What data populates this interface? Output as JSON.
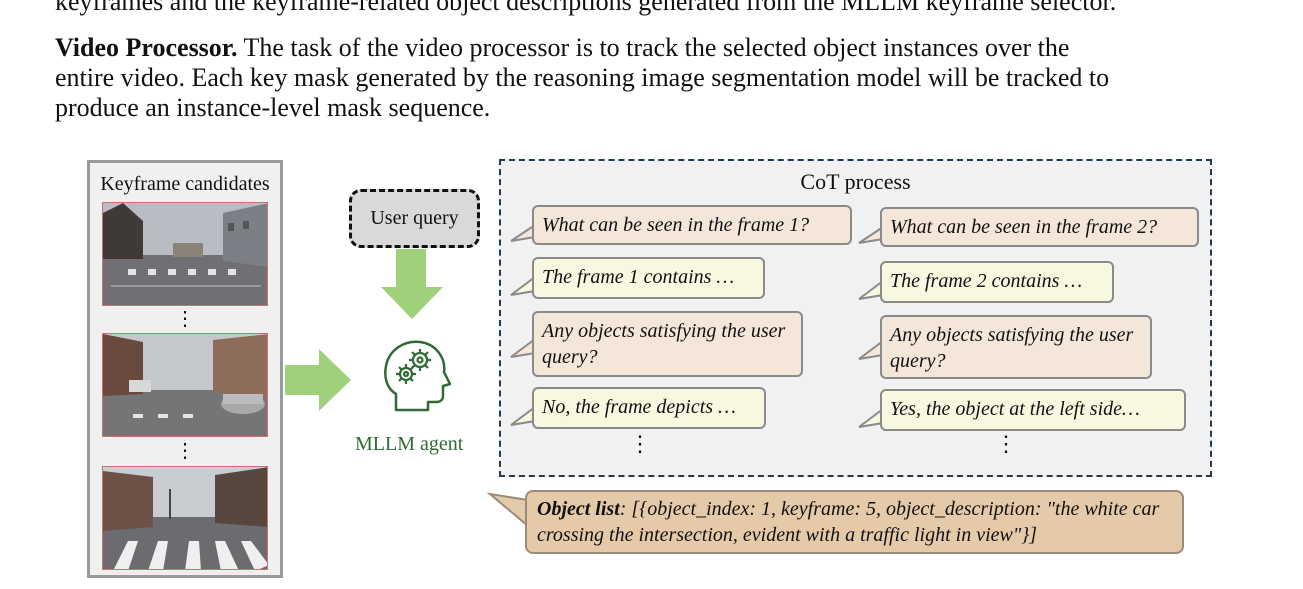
{
  "paragraphs": {
    "top_line": "keyframes and the keyframe-related object descriptions generated from the MLLM keyframe selector.",
    "video_processor_heading": "Video Processor.",
    "video_processor_line1": " The task of the video processor is to track the selected object instances over the",
    "video_processor_line2": "entire video. Each key mask generated by the reasoning image segmentation model will be tracked to",
    "video_processor_line3": "produce an instance-level mask sequence."
  },
  "figure": {
    "keyframe_panel": {
      "title": "Keyframe candidates",
      "ellipsis": "⋮"
    },
    "user_query": "User query",
    "agent_label": "MLLM agent",
    "cot": {
      "title": "CoT process",
      "left_column": [
        "What can be seen in the frame 1?",
        "The frame 1 contains …",
        "Any objects satisfying the user query?",
        "No, the frame depicts …"
      ],
      "right_column": [
        "What can be seen in the frame 2?",
        "The frame 2 contains …",
        "Any objects satisfying the user query?",
        "Yes, the object at the left side…"
      ],
      "ellipsis": "⋮"
    },
    "object_list": {
      "label": "Object list",
      "text": ": [{object_index: 1, keyframe: 5, object_description: \"the white car crossing the intersection, evident with a traffic light in view\"}]"
    },
    "colors": {
      "arrow_green": "#9fd07a",
      "agent_green": "#2f6b34",
      "question_bubble": "#f4e6d9",
      "answer_bubble": "#f7f8df",
      "object_list_bg": "#e5caa9",
      "cot_border": "#1f3a52"
    }
  }
}
